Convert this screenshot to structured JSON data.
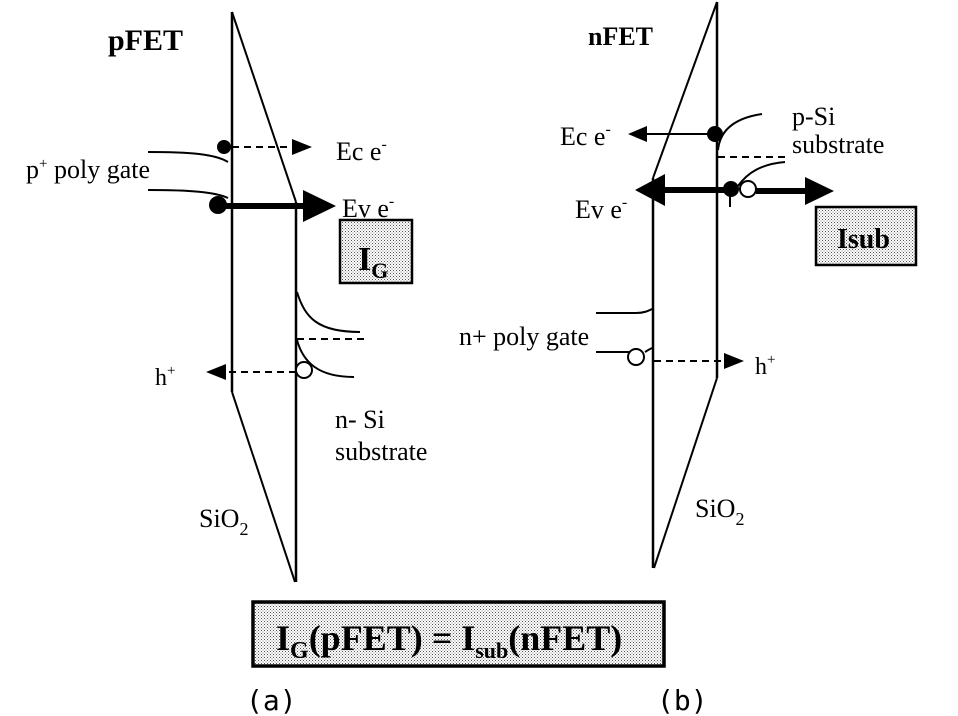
{
  "figure": {
    "panel_a": {
      "title": "pFET",
      "gate_label": "p",
      "gate_label_sup": "+",
      "gate_label_rest": " poly gate",
      "ec_label": "Ec e",
      "ec_sup": "-",
      "ev_label": "Ev e",
      "ev_sup": "-",
      "current_box_main": "I",
      "current_box_sub": "G",
      "hole_label": "h",
      "hole_sup": "+",
      "substrate_line1": "n- Si",
      "substrate_line2": "substrate",
      "oxide_label": "SiO",
      "oxide_sub": "2",
      "caption": "(a)"
    },
    "panel_b": {
      "title": "nFET",
      "ec_label": "Ec e",
      "ec_sup": "-",
      "ev_label": "Ev e",
      "ev_sup": "-",
      "substrate_line1": "p-Si",
      "substrate_line2": "substrate",
      "current_box": "Isub",
      "gate_label": "n+ poly gate",
      "hole_label": "h",
      "hole_sup": "+",
      "oxide_label": "SiO",
      "oxide_sub": "2",
      "caption": "(b)"
    },
    "equation": {
      "lhs_main": "I",
      "lhs_sub": "G",
      "lhs_arg": "(pFET)",
      "relation": " = ",
      "rhs_main": "I",
      "rhs_sub": "sub",
      "rhs_arg": "(nFET)"
    },
    "colors": {
      "ink": "#000000",
      "box_fill": "#d9d9d9",
      "background": "#ffffff"
    }
  }
}
